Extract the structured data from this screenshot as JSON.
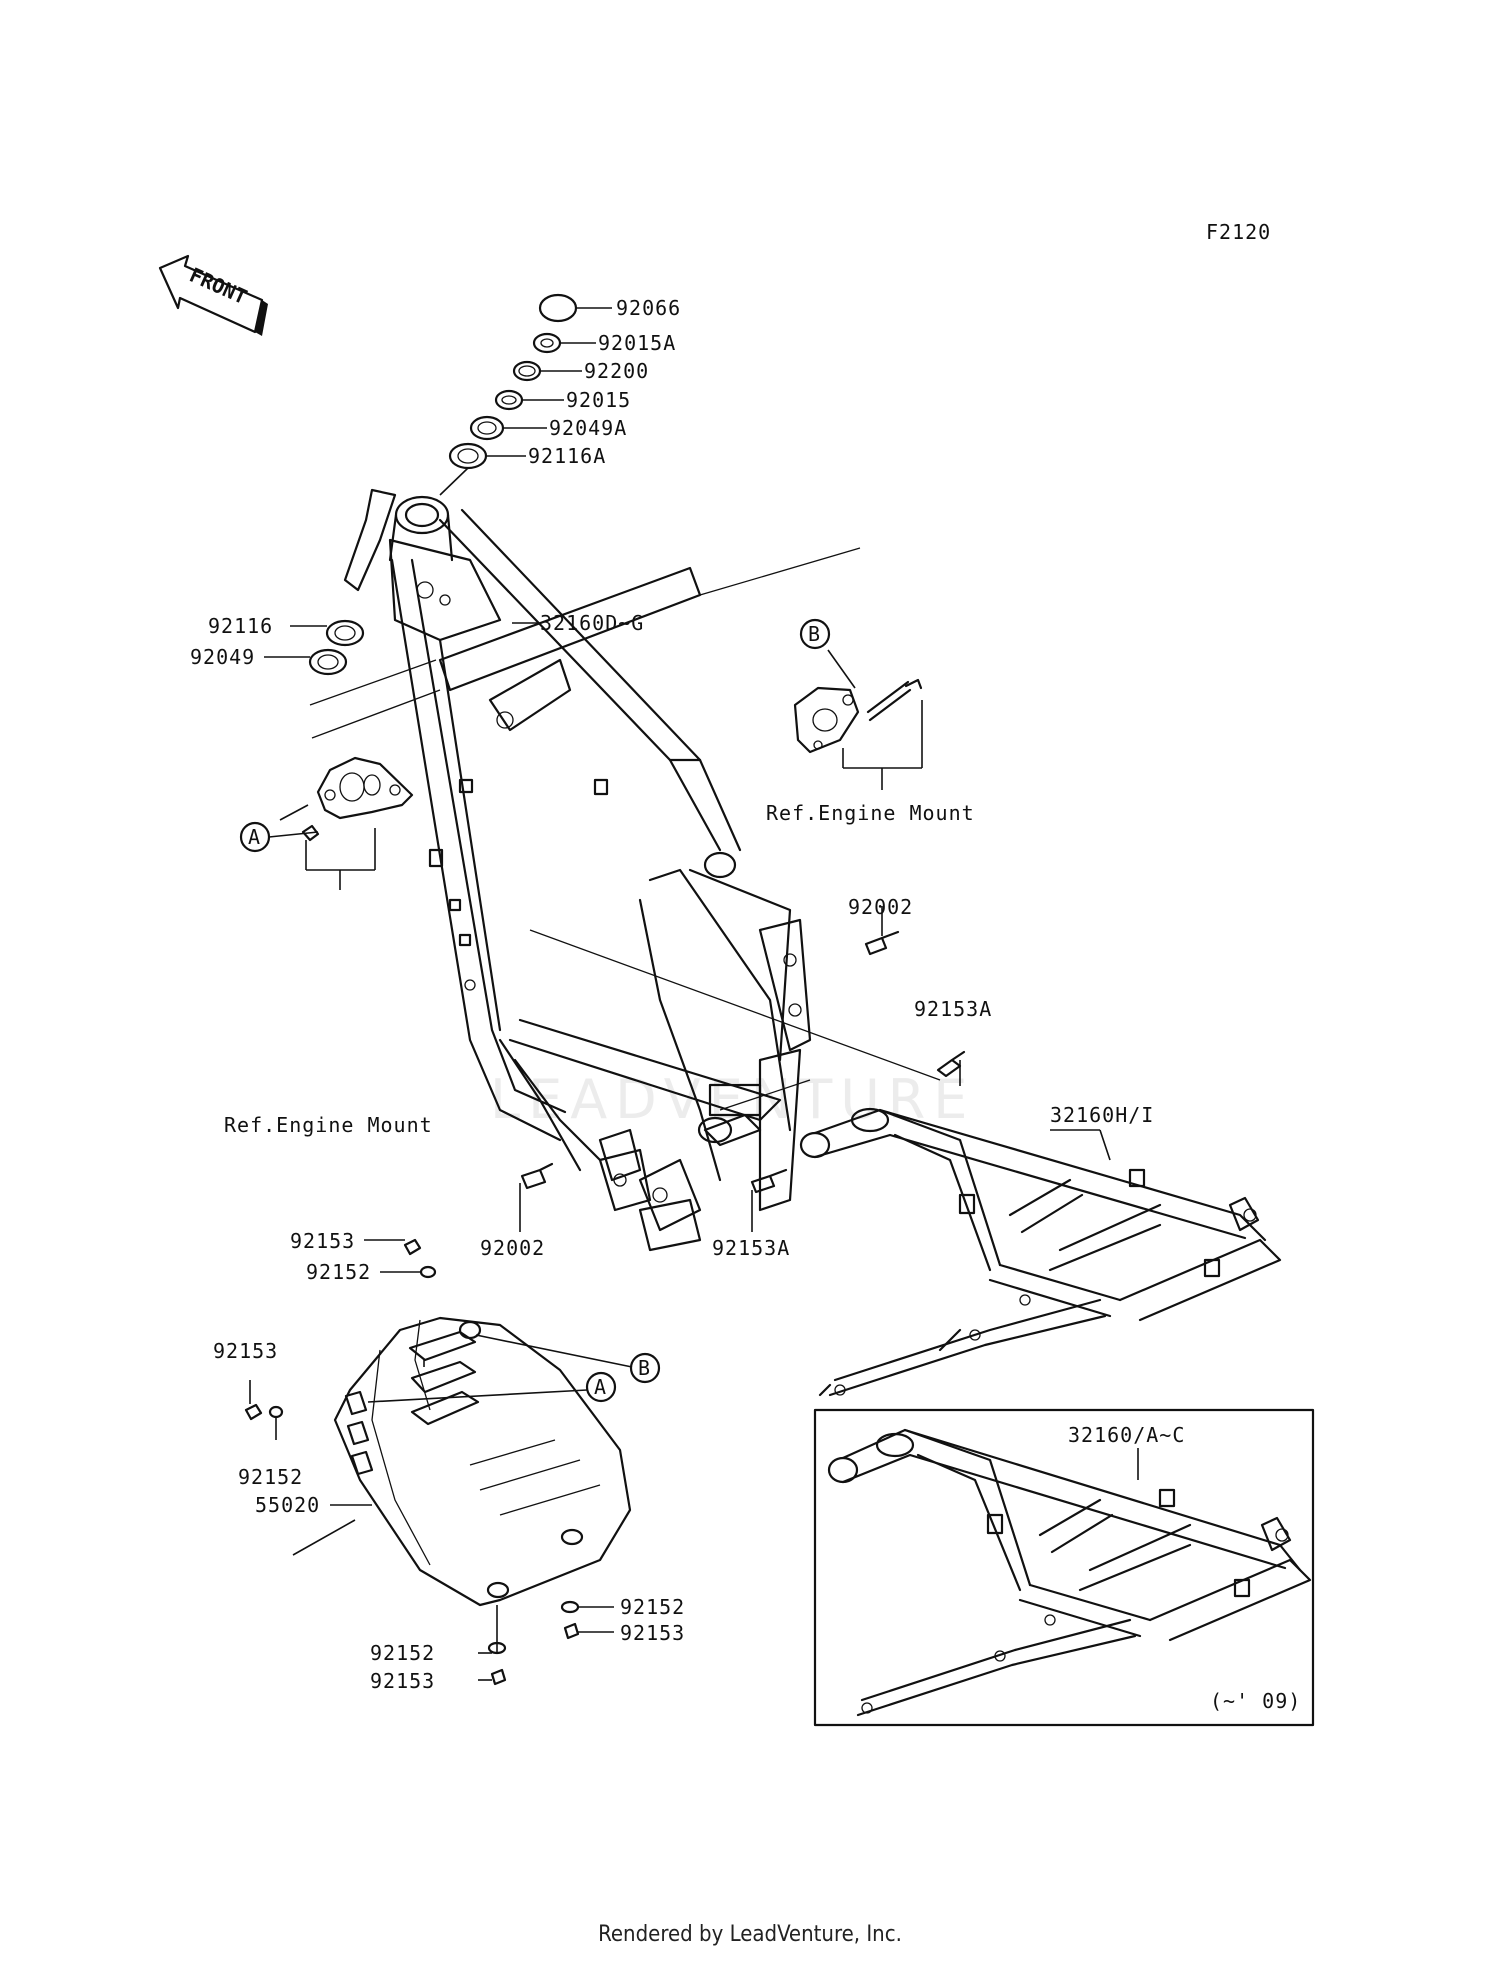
{
  "diagram_code": "F2120",
  "front_label": "FRONT",
  "watermark": "LEADVENTURE",
  "footer": "Rendered by LeadVenture, Inc.",
  "labels": {
    "p92066": "92066",
    "p92015A": "92015A",
    "p92200": "92200",
    "p92015": "92015",
    "p92049A": "92049A",
    "p92116A": "92116A",
    "p92116": "92116",
    "p92049": "92049",
    "p32160DG": "32160D~G",
    "refB": "B",
    "refEngineMountB": "Ref.Engine Mount",
    "p92002_top": "92002",
    "p92153A_top": "92153A",
    "refA": "A",
    "refEngineMountA": "Ref.Engine Mount",
    "p32160HI": "32160H/I",
    "p92002_bot": "92002",
    "p92153A_bot": "92153A",
    "p92153_a": "92153",
    "p92152_a": "92152",
    "p92153_b": "92153",
    "p92152_b": "92152",
    "p55020": "55020",
    "refB_plate": "B",
    "refA_plate": "A",
    "p92152_c": "92152",
    "p92153_c": "92153",
    "p92152_d": "92152",
    "p92153_d": "92153",
    "inset_part": "32160/A~C",
    "inset_note": "(~' 09)"
  }
}
